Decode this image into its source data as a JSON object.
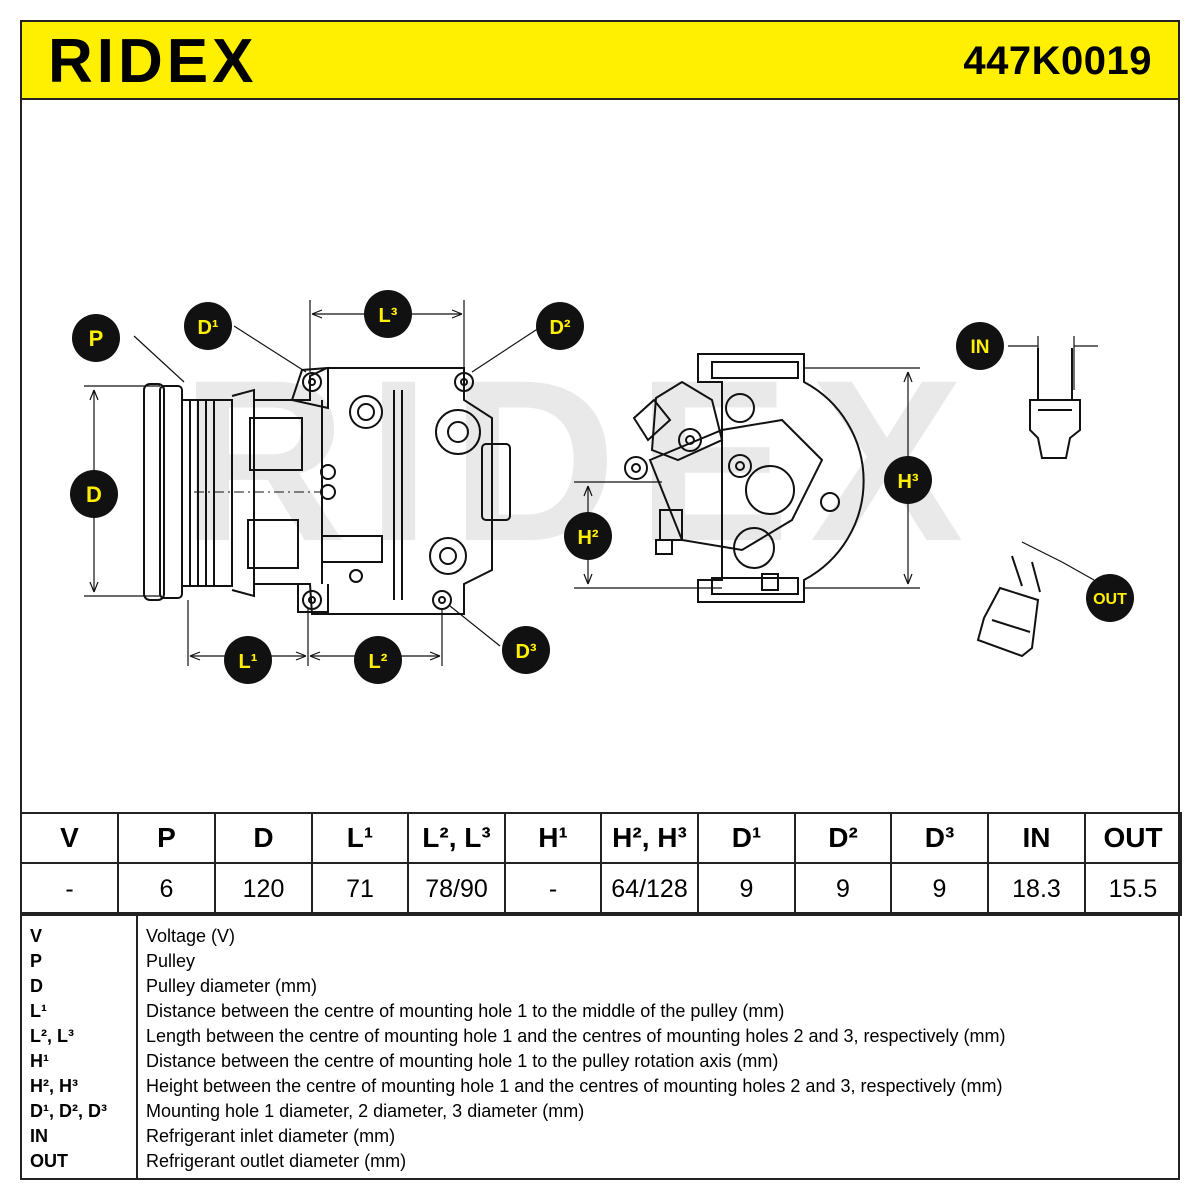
{
  "header": {
    "brand": "RIDEX",
    "part_number": "447K0019",
    "background_color": "#ffef00"
  },
  "watermark": "RIDEX",
  "diagram_labels": {
    "P": "P",
    "D": "D",
    "D1": "D¹",
    "D2": "D²",
    "D3": "D³",
    "L1": "L¹",
    "L2": "L²",
    "L3": "L³",
    "H2": "H²",
    "H3": "H³",
    "IN": "IN",
    "OUT": "OUT"
  },
  "table": {
    "headers": [
      "V",
      "P",
      "D",
      "L¹",
      "L², L³",
      "H¹",
      "H², H³",
      "D¹",
      "D²",
      "D³",
      "IN",
      "OUT"
    ],
    "values": [
      "-",
      "6",
      "120",
      "71",
      "78/90",
      "-",
      "64/128",
      "9",
      "9",
      "9",
      "18.3",
      "15.5"
    ]
  },
  "legend": [
    {
      "key": "V",
      "desc": "Voltage (V)"
    },
    {
      "key": "P",
      "desc": "Pulley"
    },
    {
      "key": "D",
      "desc": "Pulley diameter (mm)"
    },
    {
      "key": "L¹",
      "desc": "Distance between the centre of mounting hole 1 to the middle of the pulley (mm)"
    },
    {
      "key": "L², L³",
      "desc": "Length between the centre of mounting hole 1 and the centres of mounting holes 2 and 3, respectively (mm)"
    },
    {
      "key": "H¹",
      "desc": "Distance between the centre of mounting hole 1 to the pulley rotation axis (mm)"
    },
    {
      "key": "H², H³",
      "desc": "Height between the centre of mounting hole 1 and the centres of mounting holes 2 and 3, respectively (mm)"
    },
    {
      "key": "D¹, D², D³",
      "desc": "Mounting hole 1 diameter, 2 diameter, 3 diameter (mm)"
    },
    {
      "key": "IN",
      "desc": "Refrigerant inlet diameter (mm)"
    },
    {
      "key": "OUT",
      "desc": "Refrigerant outlet diameter (mm)"
    }
  ]
}
